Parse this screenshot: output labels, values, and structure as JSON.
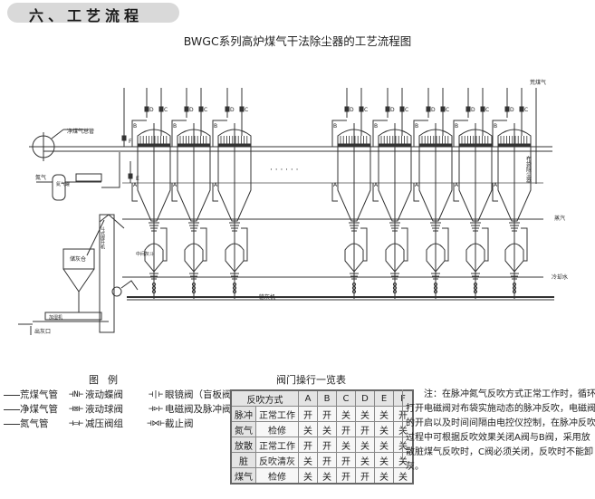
{
  "section": {
    "title": "六、工艺流程"
  },
  "diagram": {
    "title": "BWGC系列高炉煤气干法除尘器的工艺流程图",
    "labels": {
      "clean_gas_main": "净煤气总管",
      "raw_gas": "荒煤气",
      "nitrogen": "氮气",
      "nitrogen_tank": "氮气罐",
      "dust_collector": "布袋除尘器",
      "steam": "蒸汽",
      "cooling_water": "冷却水",
      "ash_silo": "储灰仓",
      "bucket_elevator": "斗式提升机",
      "conveyor": "输灰机",
      "humidifier": "加湿机",
      "ash_outlet": "出灰口",
      "middle_ash_tank": "中间灰斗",
      "ellipsis": "· · · · · ·"
    },
    "valve_letters": {
      "A": "A",
      "B": "B",
      "C": "C",
      "D": "D",
      "E": "E",
      "F": "F"
    }
  },
  "legend": {
    "title": "图例",
    "items": [
      {
        "symbol": "——",
        "label": "荒煤气管"
      },
      {
        "symbol": "⊣N⊢",
        "label": "液动蝶阀"
      },
      {
        "symbol": "⊣|⊢",
        "label": "眼镜阀（盲板阀）"
      },
      {
        "symbol": "——",
        "label": "净煤气管"
      },
      {
        "symbol": "⊣⊠⊢",
        "label": "液动球阀"
      },
      {
        "symbol": "⊣⊳⊢",
        "label": "电磁阀及脉冲阀箱"
      },
      {
        "symbol": "——",
        "label": "氮气管"
      },
      {
        "symbol": "⊣▭⊢",
        "label": "减压阀组"
      },
      {
        "symbol": "⊣⋈⊢",
        "label": "截止阀"
      }
    ]
  },
  "valve_table": {
    "title": "阀门操行一览表",
    "header": {
      "mode": "反吹方式",
      "cols": [
        "A",
        "B",
        "C",
        "D",
        "E",
        "F"
      ]
    },
    "groups": [
      {
        "name": "脉冲氮气",
        "name_parts": [
          "脉冲",
          "氮气"
        ],
        "rows": [
          {
            "label": "正常工作",
            "values": [
              "开",
              "开",
              "关",
              "关",
              "关",
              "开"
            ]
          },
          {
            "label": "检修",
            "values": [
              "关",
              "关",
              "开",
              "开",
              "关",
              "关"
            ]
          }
        ]
      },
      {
        "name": "放散脏煤气",
        "name_parts": [
          "放散",
          "脏",
          "煤气"
        ],
        "rows": [
          {
            "label": "正常工作",
            "values": [
              "开",
              "开",
              "关",
              "关",
              "关",
              "关"
            ]
          },
          {
            "label": "反吹清灰",
            "values": [
              "关",
              "开",
              "开",
              "关",
              "关",
              "关"
            ]
          },
          {
            "label": "检修",
            "values": [
              "关",
              "关",
              "开",
              "开",
              "关",
              "关"
            ]
          }
        ]
      }
    ]
  },
  "note": {
    "text": "注：在脉冲氮气反吹方式正常工作时，循环打开电磁阀对布袋实施动态的脉冲反吹，电磁阀的开启以及时间间隔由电控仪控制，在脉冲反吹过程中可根据反吹效果关闭A阀与B阀，采用放散脏煤气反吹时，C阀必须关闭，反吹时不能卸灰。"
  }
}
